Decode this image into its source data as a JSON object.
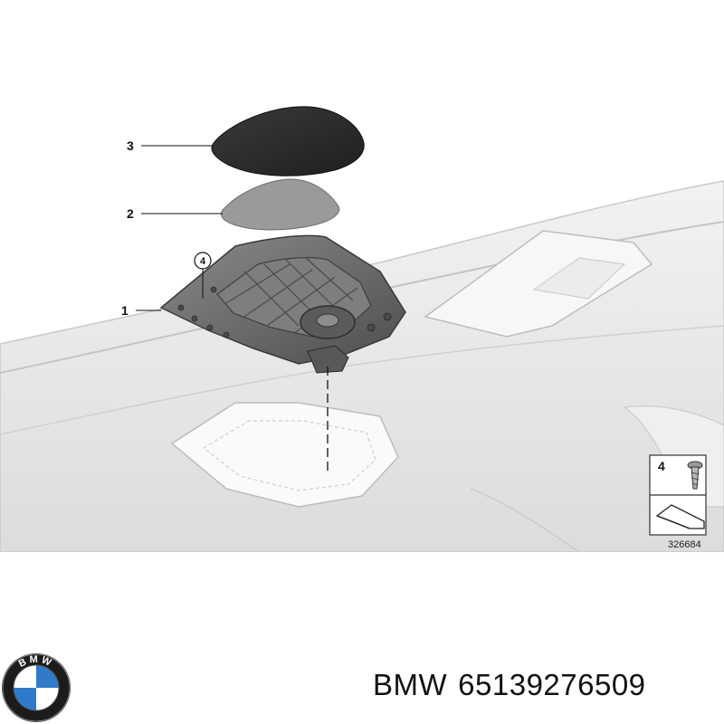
{
  "callouts": {
    "part_1": "1",
    "part_2": "2",
    "part_3": "3",
    "part_4": "4"
  },
  "legend_box": {
    "item_number": "4",
    "reference_number": "326684"
  },
  "caption": {
    "brand": "BMW",
    "part_number": "65139276509"
  },
  "logo": {
    "text": "BMW",
    "colors": {
      "blue": "#2f7ac9",
      "white": "#ffffff",
      "ring": "#1c1c1c"
    }
  },
  "colors": {
    "dashboard": "#e8e8e8",
    "cover_dark": "#2b2b2b",
    "grille_plate": "#9a9a9a",
    "speaker_housing": "#6e6e6e"
  }
}
